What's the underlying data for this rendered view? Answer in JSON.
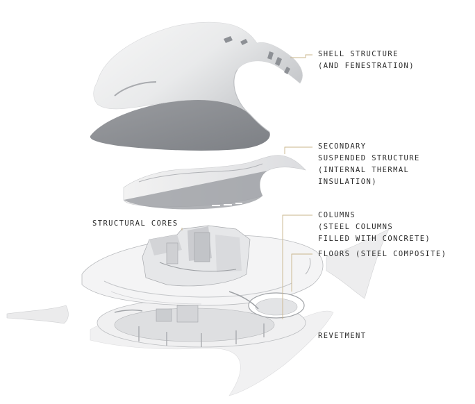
{
  "labels": {
    "shell": [
      "SHELL STRUCTURE",
      "(AND FENESTRATION)"
    ],
    "secondary": [
      "SECONDARY",
      "SUSPENDED STRUCTURE",
      "(INTERNAL THERMAL",
      "INSULATION)"
    ],
    "columns": [
      "COLUMNS",
      "(STEEL COLUMNS",
      "FILLED WITH CONCRETE)"
    ],
    "floors": [
      "FLOORS (STEEL COMPOSITE)"
    ],
    "cores": [
      "STRUCTURAL CORES"
    ],
    "revetment": [
      "REVETMENT"
    ]
  },
  "colors": {
    "leader": "#c9b48a",
    "text": "#2a2a2a",
    "shade": "#8e9196",
    "light": "#f4f4f4"
  }
}
